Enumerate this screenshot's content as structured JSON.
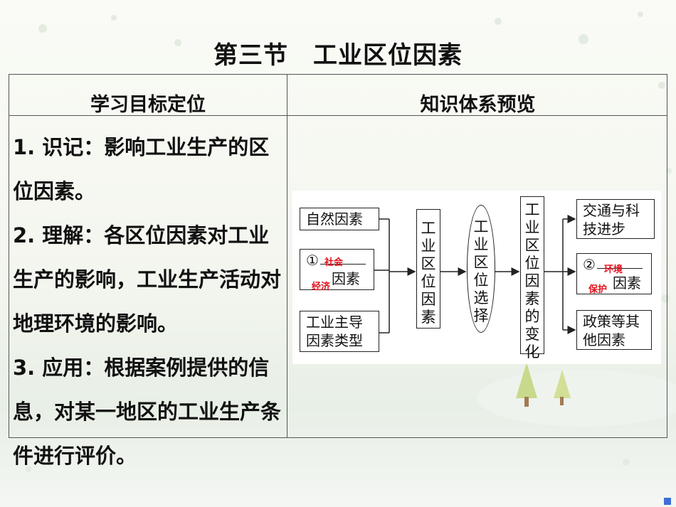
{
  "title": "第三节　工业区位因素",
  "table": {
    "left_header": "学习目标定位",
    "right_header": "知识体系预览",
    "goals": [
      "1. 识记：影响工业生产的区位因素。",
      "2. 理解：各区位因素对工业生产的影响，工业生产活动对地理环境的影响。",
      "3. 应用：根据案例提供的信息，对某一地区的工业生产条件进行评价。"
    ]
  },
  "diagram": {
    "left_boxes": {
      "natural": "自然因素",
      "social_num": "①",
      "social_suffix": "因素",
      "dominant": "工业主导因素类型"
    },
    "center1": "工业区位因素",
    "center2": "工业区位选择",
    "center3": "工业区位因素的变化",
    "right_boxes": {
      "transport": "交通与科技进步",
      "env_num": "②",
      "env_suffix": "因素",
      "policy": "政策等其他因素"
    },
    "answers": {
      "a1_line1": "社会",
      "a1_line2": "经济",
      "a2_line1": "环境",
      "a2_line2": "保护"
    }
  }
}
